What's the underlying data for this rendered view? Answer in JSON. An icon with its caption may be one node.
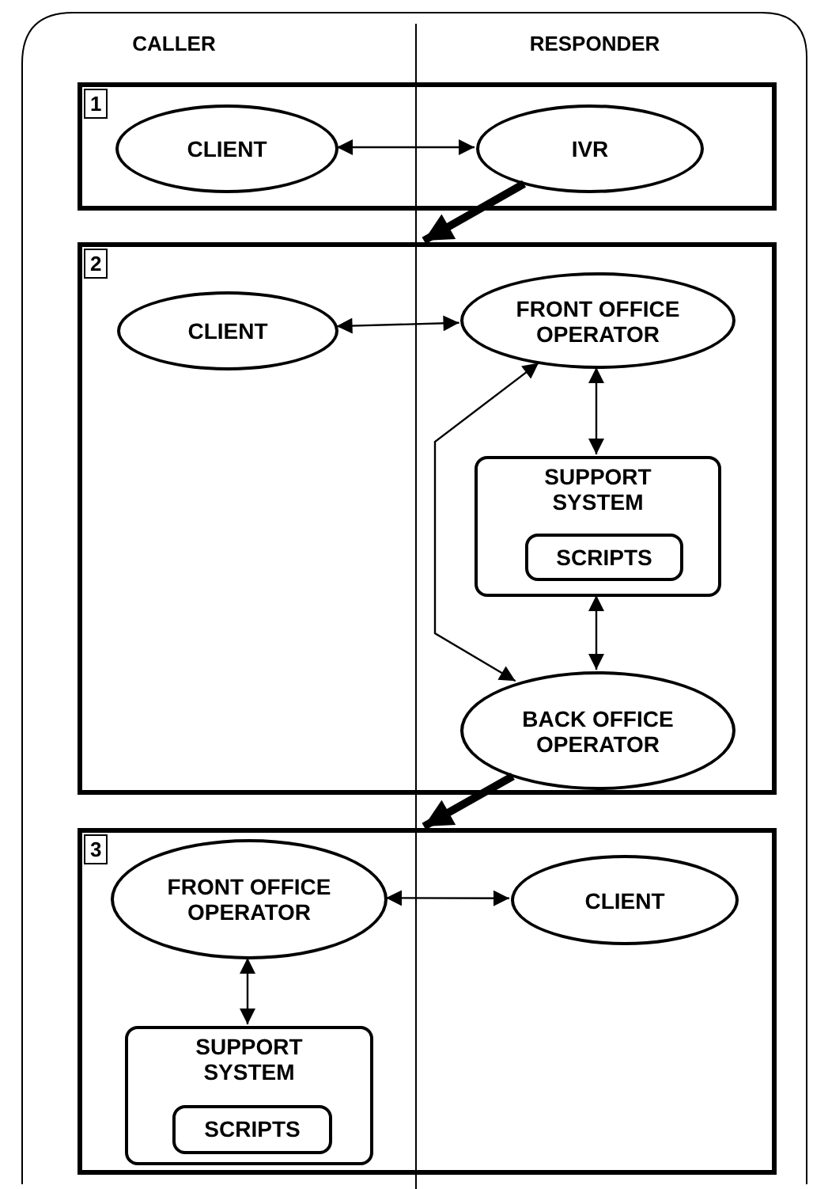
{
  "diagram": {
    "nodes": [
      {
        "text": [
          "1"
        ]
      },
      {
        "text": [
          "CLIENT"
        ],
        "in": 0
      },
      {
        "text": [
          "IVR"
        ],
        "in": 0
      },
      {
        "text": [
          "2"
        ]
      },
      {
        "text": [
          "CLIENT"
        ],
        "in": 3
      },
      {
        "text": [
          "FRONT OFFICE OPERATOR"
        ],
        "in": 3
      },
      {
        "text": [
          "SUPPORT SYSTEM"
        ],
        "in": 3
      },
      {
        "text": [
          "SCRIPTS"
        ],
        "in": 6
      },
      {
        "text": [
          "BACK OFFICE OPERATOR"
        ],
        "in": 3
      },
      {
        "text": [
          "3"
        ]
      },
      {
        "text": [
          "FRONT OFFICE OPERATOR"
        ],
        "in": 9
      },
      {
        "text": [
          "CLIENT"
        ],
        "in": 9
      },
      {
        "text": [
          "SUPPORT SYSTEM"
        ],
        "in": 9
      },
      {
        "text": [
          "SCRIPTS"
        ],
        "in": 12
      }
    ],
    "edges": [
      {
        "from": 1,
        "to": 2,
        "arrow": "both"
      },
      {
        "from": 2,
        "to": 3,
        "arrow": "to",
        "style": "thick"
      },
      {
        "from": 4,
        "to": 5,
        "arrow": "both"
      },
      {
        "from": 5,
        "to": 6,
        "arrow": "both"
      },
      {
        "from": 6,
        "to": 8,
        "arrow": "both"
      },
      {
        "from": 5,
        "to": 8,
        "arrow": "both"
      },
      {
        "from": 8,
        "to": 9,
        "arrow": "to",
        "style": "thick"
      },
      {
        "from": 10,
        "to": 11,
        "arrow": "both"
      },
      {
        "from": 10,
        "to": 12,
        "arrow": "both"
      }
    ],
    "labels": [
      "CALLER",
      "RESPONDER"
    ]
  }
}
